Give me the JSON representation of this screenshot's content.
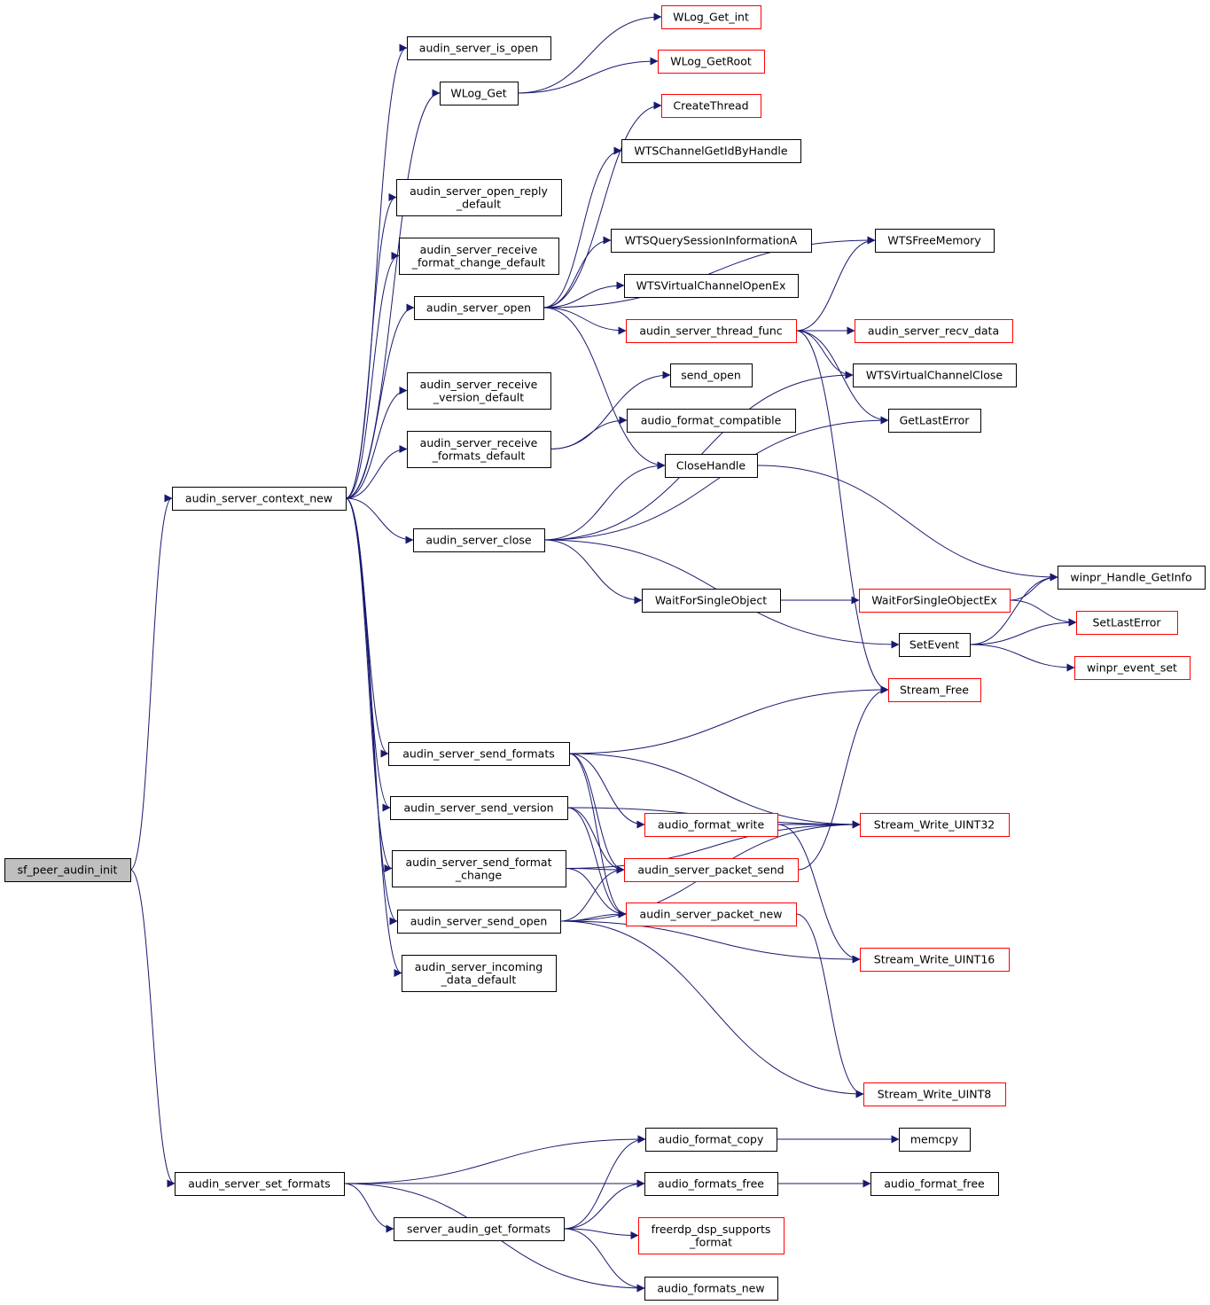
{
  "colors": {
    "edge": "#191970",
    "root_fill": "#bfbfbf",
    "node_border": "#000000",
    "truncated_border": "#ff0000",
    "text": "#000000"
  },
  "nodes": {
    "sf_peer_audin_init": {
      "lines": [
        "sf_peer_audin_init"
      ],
      "style": "root"
    },
    "audin_server_context_new": {
      "lines": [
        "audin_server_context_new"
      ],
      "style": "normal"
    },
    "audin_server_set_formats": {
      "lines": [
        "audin_server_set_formats"
      ],
      "style": "normal"
    },
    "audin_server_is_open": {
      "lines": [
        "audin_server_is_open"
      ],
      "style": "normal"
    },
    "WLog_Get": {
      "lines": [
        "WLog_Get"
      ],
      "style": "normal"
    },
    "audin_server_open_reply_default": {
      "lines": [
        "audin_server_open_reply",
        "_default"
      ],
      "style": "normal"
    },
    "audin_server_receive_format_change_default": {
      "lines": [
        "audin_server_receive",
        "_format_change_default"
      ],
      "style": "normal"
    },
    "audin_server_open": {
      "lines": [
        "audin_server_open"
      ],
      "style": "normal"
    },
    "audin_server_receive_version_default": {
      "lines": [
        "audin_server_receive",
        "_version_default"
      ],
      "style": "normal"
    },
    "audin_server_receive_formats_default": {
      "lines": [
        "audin_server_receive",
        "_formats_default"
      ],
      "style": "normal"
    },
    "audin_server_close": {
      "lines": [
        "audin_server_close"
      ],
      "style": "normal"
    },
    "audin_server_send_formats": {
      "lines": [
        "audin_server_send_formats"
      ],
      "style": "normal"
    },
    "audin_server_send_version": {
      "lines": [
        "audin_server_send_version"
      ],
      "style": "normal"
    },
    "audin_server_send_format_change": {
      "lines": [
        "audin_server_send_format",
        "_change"
      ],
      "style": "normal"
    },
    "audin_server_send_open": {
      "lines": [
        "audin_server_send_open"
      ],
      "style": "normal"
    },
    "audin_server_incoming_data_default": {
      "lines": [
        "audin_server_incoming",
        "_data_default"
      ],
      "style": "normal"
    },
    "server_audin_get_formats": {
      "lines": [
        "server_audin_get_formats"
      ],
      "style": "normal"
    },
    "WLog_Get_int": {
      "lines": [
        "WLog_Get_int"
      ],
      "style": "truncated"
    },
    "WLog_GetRoot": {
      "lines": [
        "WLog_GetRoot"
      ],
      "style": "truncated"
    },
    "CreateThread": {
      "lines": [
        "CreateThread"
      ],
      "style": "truncated"
    },
    "WTSChannelGetIdByHandle": {
      "lines": [
        "WTSChannelGetIdByHandle"
      ],
      "style": "normal"
    },
    "WTSQuerySessionInformationA": {
      "lines": [
        "WTSQuerySessionInformationA"
      ],
      "style": "normal"
    },
    "WTSVirtualChannelOpenEx": {
      "lines": [
        "WTSVirtualChannelOpenEx"
      ],
      "style": "normal"
    },
    "audin_server_thread_func": {
      "lines": [
        "audin_server_thread_func"
      ],
      "style": "truncated"
    },
    "send_open": {
      "lines": [
        "send_open"
      ],
      "style": "normal"
    },
    "audio_format_compatible": {
      "lines": [
        "audio_format_compatible"
      ],
      "style": "normal"
    },
    "CloseHandle": {
      "lines": [
        "CloseHandle"
      ],
      "style": "normal"
    },
    "WaitForSingleObject": {
      "lines": [
        "WaitForSingleObject"
      ],
      "style": "normal"
    },
    "audio_format_write": {
      "lines": [
        "audio_format_write"
      ],
      "style": "truncated"
    },
    "audin_server_packet_send": {
      "lines": [
        "audin_server_packet_send"
      ],
      "style": "truncated"
    },
    "audin_server_packet_new": {
      "lines": [
        "audin_server_packet_new"
      ],
      "style": "truncated"
    },
    "audio_format_copy": {
      "lines": [
        "audio_format_copy"
      ],
      "style": "normal"
    },
    "audio_formats_free": {
      "lines": [
        "audio_formats_free"
      ],
      "style": "normal"
    },
    "freerdp_dsp_supports_format": {
      "lines": [
        "freerdp_dsp_supports",
        "_format"
      ],
      "style": "truncated"
    },
    "audio_formats_new": {
      "lines": [
        "audio_formats_new"
      ],
      "style": "normal"
    },
    "WTSFreeMemory": {
      "lines": [
        "WTSFreeMemory"
      ],
      "style": "normal"
    },
    "audin_server_recv_data": {
      "lines": [
        "audin_server_recv_data"
      ],
      "style": "truncated"
    },
    "WTSVirtualChannelClose": {
      "lines": [
        "WTSVirtualChannelClose"
      ],
      "style": "normal"
    },
    "GetLastError": {
      "lines": [
        "GetLastError"
      ],
      "style": "normal"
    },
    "WaitForSingleObjectEx": {
      "lines": [
        "WaitForSingleObjectEx"
      ],
      "style": "truncated"
    },
    "SetEvent": {
      "lines": [
        "SetEvent"
      ],
      "style": "normal"
    },
    "Stream_Free": {
      "lines": [
        "Stream_Free"
      ],
      "style": "truncated"
    },
    "Stream_Write_UINT32": {
      "lines": [
        "Stream_Write_UINT32"
      ],
      "style": "truncated"
    },
    "Stream_Write_UINT16": {
      "lines": [
        "Stream_Write_UINT16"
      ],
      "style": "truncated"
    },
    "Stream_Write_UINT8": {
      "lines": [
        "Stream_Write_UINT8"
      ],
      "style": "truncated"
    },
    "memcpy": {
      "lines": [
        "memcpy"
      ],
      "style": "normal"
    },
    "audio_format_free": {
      "lines": [
        "audio_format_free"
      ],
      "style": "normal"
    },
    "winpr_Handle_GetInfo": {
      "lines": [
        "winpr_Handle_GetInfo"
      ],
      "style": "normal"
    },
    "SetLastError": {
      "lines": [
        "SetLastError"
      ],
      "style": "truncated"
    },
    "winpr_event_set": {
      "lines": [
        "winpr_event_set"
      ],
      "style": "truncated"
    }
  },
  "edges": [
    {
      "from": "sf_peer_audin_init",
      "to": "audin_server_context_new"
    },
    {
      "from": "sf_peer_audin_init",
      "to": "audin_server_set_formats"
    },
    {
      "from": "audin_server_context_new",
      "to": "audin_server_is_open"
    },
    {
      "from": "audin_server_context_new",
      "to": "WLog_Get"
    },
    {
      "from": "audin_server_context_new",
      "to": "audin_server_open_reply_default"
    },
    {
      "from": "audin_server_context_new",
      "to": "audin_server_receive_format_change_default"
    },
    {
      "from": "audin_server_context_new",
      "to": "audin_server_open"
    },
    {
      "from": "audin_server_context_new",
      "to": "audin_server_receive_version_default"
    },
    {
      "from": "audin_server_context_new",
      "to": "audin_server_receive_formats_default"
    },
    {
      "from": "audin_server_context_new",
      "to": "audin_server_close"
    },
    {
      "from": "audin_server_context_new",
      "to": "audin_server_send_formats"
    },
    {
      "from": "audin_server_context_new",
      "to": "audin_server_send_version"
    },
    {
      "from": "audin_server_context_new",
      "to": "audin_server_send_format_change"
    },
    {
      "from": "audin_server_context_new",
      "to": "audin_server_send_open"
    },
    {
      "from": "audin_server_context_new",
      "to": "audin_server_incoming_data_default"
    },
    {
      "from": "WLog_Get",
      "to": "WLog_Get_int"
    },
    {
      "from": "WLog_Get",
      "to": "WLog_GetRoot"
    },
    {
      "from": "audin_server_open",
      "to": "CreateThread"
    },
    {
      "from": "audin_server_open",
      "to": "WTSChannelGetIdByHandle"
    },
    {
      "from": "audin_server_open",
      "to": "WTSFreeMemory"
    },
    {
      "from": "audin_server_open",
      "to": "WTSQuerySessionInformationA"
    },
    {
      "from": "audin_server_open",
      "to": "WTSVirtualChannelOpenEx"
    },
    {
      "from": "audin_server_open",
      "to": "audin_server_thread_func"
    },
    {
      "from": "audin_server_open",
      "to": "CloseHandle"
    },
    {
      "from": "audin_server_thread_func",
      "to": "WTSFreeMemory"
    },
    {
      "from": "audin_server_thread_func",
      "to": "audin_server_recv_data"
    },
    {
      "from": "audin_server_thread_func",
      "to": "WTSVirtualChannelClose"
    },
    {
      "from": "audin_server_thread_func",
      "to": "GetLastError"
    },
    {
      "from": "audin_server_thread_func",
      "to": "Stream_Free"
    },
    {
      "from": "audin_server_receive_formats_default",
      "to": "send_open"
    },
    {
      "from": "audin_server_receive_formats_default",
      "to": "audio_format_compatible"
    },
    {
      "from": "audin_server_close",
      "to": "CloseHandle"
    },
    {
      "from": "audin_server_close",
      "to": "WTSVirtualChannelClose"
    },
    {
      "from": "audin_server_close",
      "to": "GetLastError"
    },
    {
      "from": "audin_server_close",
      "to": "WaitForSingleObject"
    },
    {
      "from": "audin_server_close",
      "to": "SetEvent"
    },
    {
      "from": "CloseHandle",
      "to": "winpr_Handle_GetInfo"
    },
    {
      "from": "WaitForSingleObject",
      "to": "WaitForSingleObjectEx"
    },
    {
      "from": "WaitForSingleObjectEx",
      "to": "winpr_Handle_GetInfo"
    },
    {
      "from": "WaitForSingleObjectEx",
      "to": "SetLastError"
    },
    {
      "from": "SetEvent",
      "to": "winpr_Handle_GetInfo"
    },
    {
      "from": "SetEvent",
      "to": "SetLastError"
    },
    {
      "from": "SetEvent",
      "to": "winpr_event_set"
    },
    {
      "from": "audin_server_send_formats",
      "to": "Stream_Free"
    },
    {
      "from": "audin_server_send_formats",
      "to": "Stream_Write_UINT32"
    },
    {
      "from": "audin_server_send_formats",
      "to": "audio_format_write"
    },
    {
      "from": "audin_server_send_formats",
      "to": "audin_server_packet_send"
    },
    {
      "from": "audin_server_send_formats",
      "to": "audin_server_packet_new"
    },
    {
      "from": "audin_server_send_version",
      "to": "Stream_Write_UINT32"
    },
    {
      "from": "audin_server_send_version",
      "to": "audin_server_packet_send"
    },
    {
      "from": "audin_server_send_version",
      "to": "audin_server_packet_new"
    },
    {
      "from": "audin_server_send_format_change",
      "to": "audin_server_packet_send"
    },
    {
      "from": "audin_server_send_format_change",
      "to": "audin_server_packet_new"
    },
    {
      "from": "audin_server_send_format_change",
      "to": "Stream_Write_UINT32"
    },
    {
      "from": "audin_server_send_open",
      "to": "audin_server_packet_send"
    },
    {
      "from": "audin_server_send_open",
      "to": "audin_server_packet_new"
    },
    {
      "from": "audin_server_send_open",
      "to": "Stream_Write_UINT32"
    },
    {
      "from": "audin_server_send_open",
      "to": "Stream_Write_UINT16"
    },
    {
      "from": "audin_server_send_open",
      "to": "Stream_Write_UINT8"
    },
    {
      "from": "audio_format_write",
      "to": "Stream_Write_UINT32"
    },
    {
      "from": "audio_format_write",
      "to": "Stream_Write_UINT16"
    },
    {
      "from": "audin_server_packet_send",
      "to": "Stream_Free"
    },
    {
      "from": "audin_server_packet_new",
      "to": "Stream_Write_UINT8"
    },
    {
      "from": "audin_server_set_formats",
      "to": "audio_format_copy"
    },
    {
      "from": "audin_server_set_formats",
      "to": "audio_formats_free"
    },
    {
      "from": "audin_server_set_formats",
      "to": "server_audin_get_formats"
    },
    {
      "from": "audin_server_set_formats",
      "to": "audio_formats_new"
    },
    {
      "from": "server_audin_get_formats",
      "to": "audio_format_copy"
    },
    {
      "from": "server_audin_get_formats",
      "to": "audio_formats_free"
    },
    {
      "from": "server_audin_get_formats",
      "to": "freerdp_dsp_supports_format"
    },
    {
      "from": "server_audin_get_formats",
      "to": "audio_formats_new"
    },
    {
      "from": "audio_format_copy",
      "to": "memcpy"
    },
    {
      "from": "audio_formats_free",
      "to": "audio_format_free"
    }
  ]
}
